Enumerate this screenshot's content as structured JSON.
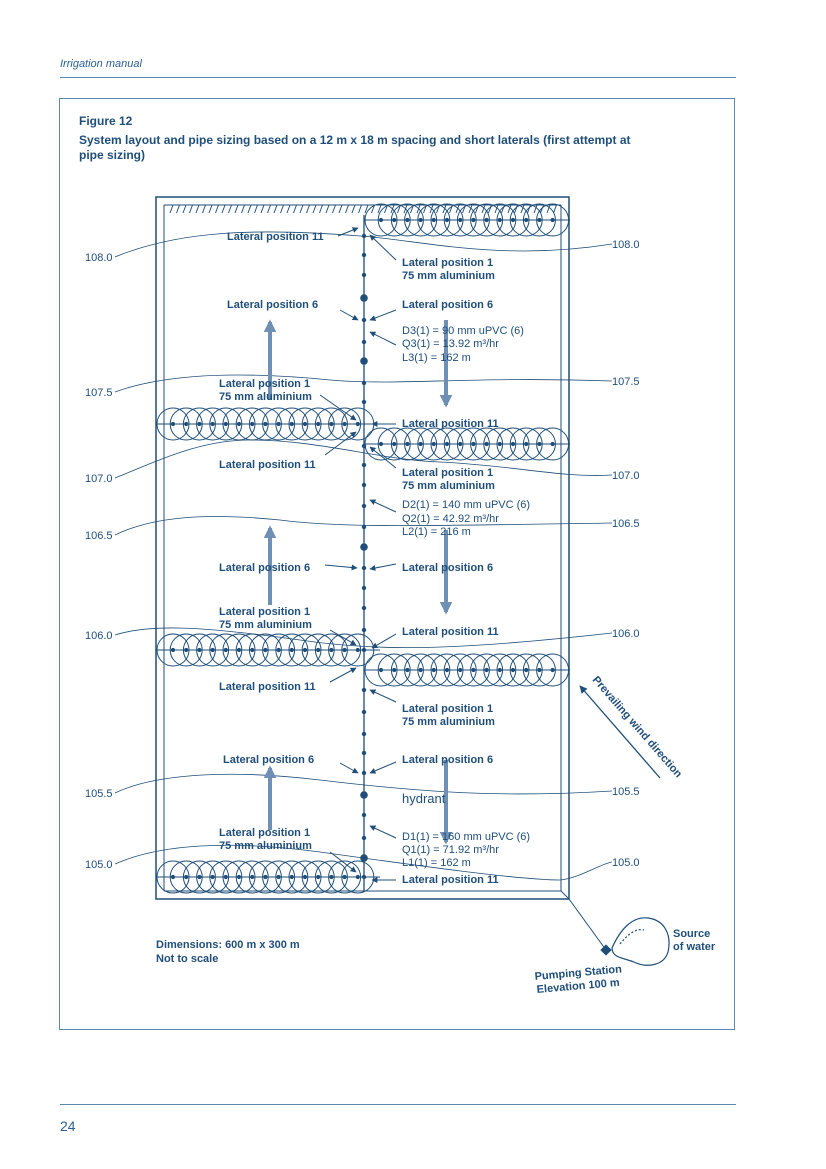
{
  "header": {
    "running_title": "Irrigation manual"
  },
  "figure": {
    "number": "Figure 12",
    "title": "System layout and pipe sizing based on a 12 m x 18 m spacing and short laterals (first attempt at pipe sizing)"
  },
  "elevations": {
    "e108": "108.0",
    "e1075": "107.5",
    "e107": "107.0",
    "e1065": "106.5",
    "e106": "106.0",
    "e1055": "105.5",
    "e105": "105.0"
  },
  "labels": {
    "lateral_11": "Lateral position 11",
    "lateral_6": "Lateral position 6",
    "lateral_1": "Lateral position 1",
    "aluminium": "75 mm aluminium",
    "hydrant": "hydrant"
  },
  "pipes": {
    "d3": "D3(1) = 90 mm uPVC (6)",
    "q3": "Q3(1) = 13.92 m³/hr",
    "l3": "L3(1)  = 162 m",
    "d2": "D2(1) = 140 mm uPVC (6)",
    "q2": "Q2(1) = 42.92 m³/hr",
    "l2": "L2(1)  = 216 m",
    "d1": "D1(1) = 160 mm uPVC (6)",
    "q1": "Q1(1) = 71.92 m³/hr",
    "l1": "L1(1)  = 162 m"
  },
  "notes": {
    "dimensions": "Dimensions: 600 m x 300 m",
    "scale": "Not to scale",
    "wind": "Prevailing wind direction",
    "source_1": "Source",
    "source_2": "of water",
    "pump_1": "Pumping Station",
    "pump_2": "Elevation 100 m"
  },
  "footer": {
    "page_number": "24"
  },
  "colors": {
    "line": "#1f4e79",
    "arrow": "#6f8fb4"
  }
}
